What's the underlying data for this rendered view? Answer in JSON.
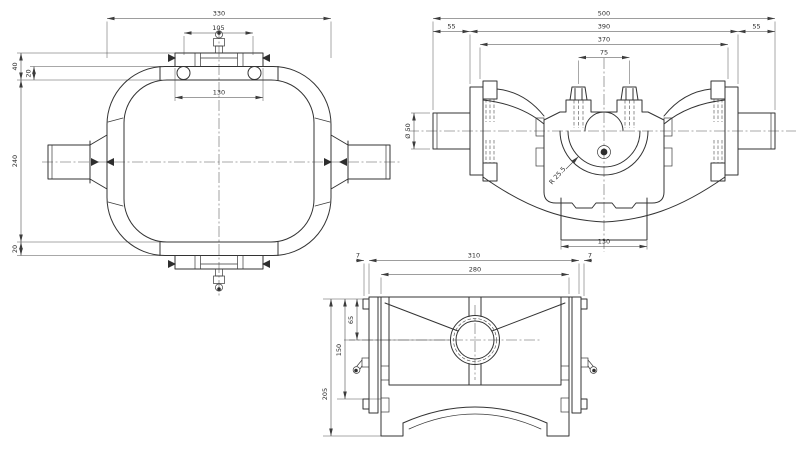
{
  "drawing": {
    "background_color": "#ffffff",
    "line_color": "#333333",
    "views": {
      "top": {
        "dims": {
          "overall_width": "330",
          "bolt_spacing": "105",
          "flange_width": "130",
          "flange_offset": "40",
          "tube_wall_top": "20",
          "overall_height": "240",
          "tube_wall_bottom": "20"
        }
      },
      "front": {
        "dims": {
          "overall_width": "500",
          "shaft_left": "55",
          "flange_to_flange": "390",
          "shaft_right": "55",
          "web_span": "370",
          "stud_spacing": "75",
          "shaft_diameter": "Ø 50",
          "bore_radius": "R 25.5",
          "base_width": "130"
        }
      },
      "side": {
        "dims": {
          "lip_left": "7",
          "overall_width": "310",
          "body_width": "280",
          "lip_right": "7",
          "bore_center_height": "65",
          "flange_height": "150",
          "overall_height": "205"
        }
      }
    }
  }
}
